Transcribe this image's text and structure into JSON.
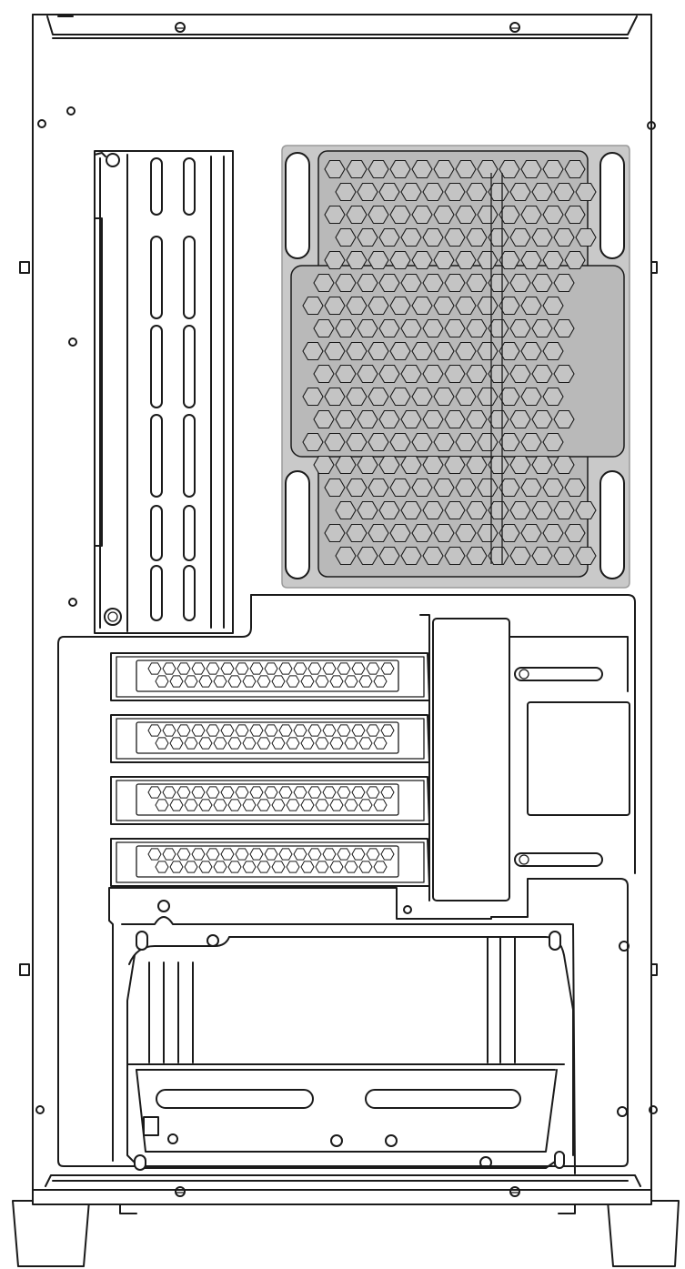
{
  "diagram": {
    "view": "rear",
    "parts": {
      "fan_mount": {
        "hex_rows": 18,
        "hex_cols": 12
      },
      "expansion_slots": {
        "count": 4,
        "hex_cols": 17
      },
      "colors": {
        "stroke": "#1a1a1a",
        "fan_fill": "#c9c9c9",
        "background": "#ffffff"
      }
    }
  }
}
